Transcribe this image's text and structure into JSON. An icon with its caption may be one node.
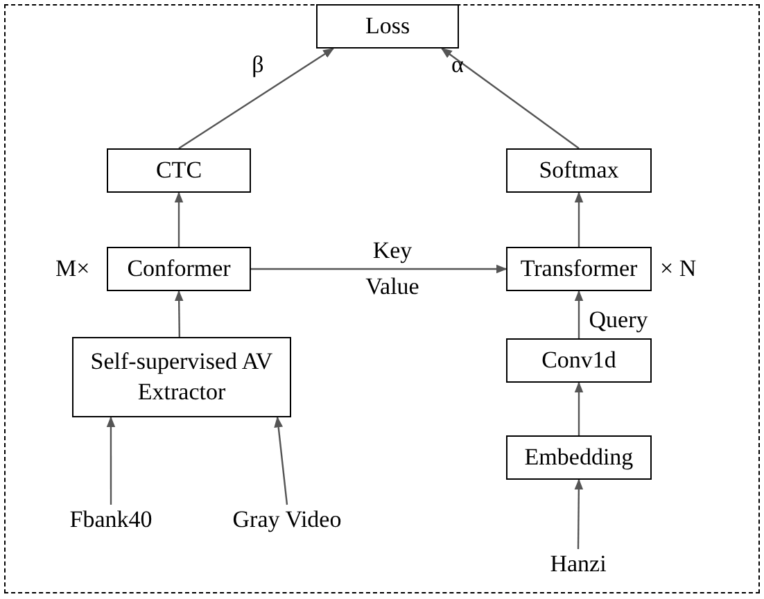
{
  "diagram": {
    "nodes": [
      {
        "text": [
          "Loss"
        ]
      },
      {
        "text": [
          "CTC"
        ]
      },
      {
        "text": [
          "Softmax"
        ]
      },
      {
        "text": [
          "Conformer"
        ],
        "beside": [
          "M×"
        ]
      },
      {
        "text": [
          "Transformer"
        ],
        "beside": [
          "× N"
        ]
      },
      {
        "text": [
          "Self-supervised AV Extractor"
        ]
      },
      {
        "text": [
          "Conv1d"
        ]
      },
      {
        "text": [
          "Embedding"
        ]
      },
      {
        "text": [
          "Fbank40"
        ]
      },
      {
        "text": [
          "Gray Video"
        ]
      },
      {
        "text": [
          "Hanzi"
        ]
      }
    ],
    "edges": [
      {
        "from": 1,
        "to": 0,
        "arrow": "to",
        "label": "β"
      },
      {
        "from": 2,
        "to": 0,
        "arrow": "to",
        "label": "α"
      },
      {
        "from": 3,
        "to": 1,
        "arrow": "to"
      },
      {
        "from": 3,
        "to": 4,
        "arrow": "to",
        "label": "Key Value"
      },
      {
        "from": 4,
        "to": 2,
        "arrow": "to"
      },
      {
        "from": 6,
        "to": 4,
        "arrow": "to",
        "label": "Query"
      },
      {
        "from": 5,
        "to": 3,
        "arrow": "to"
      },
      {
        "from": 8,
        "to": 5,
        "arrow": "to"
      },
      {
        "from": 9,
        "to": 5,
        "arrow": "to"
      },
      {
        "from": 7,
        "to": 6,
        "arrow": "to"
      },
      {
        "from": 10,
        "to": 7,
        "arrow": "to"
      }
    ]
  }
}
